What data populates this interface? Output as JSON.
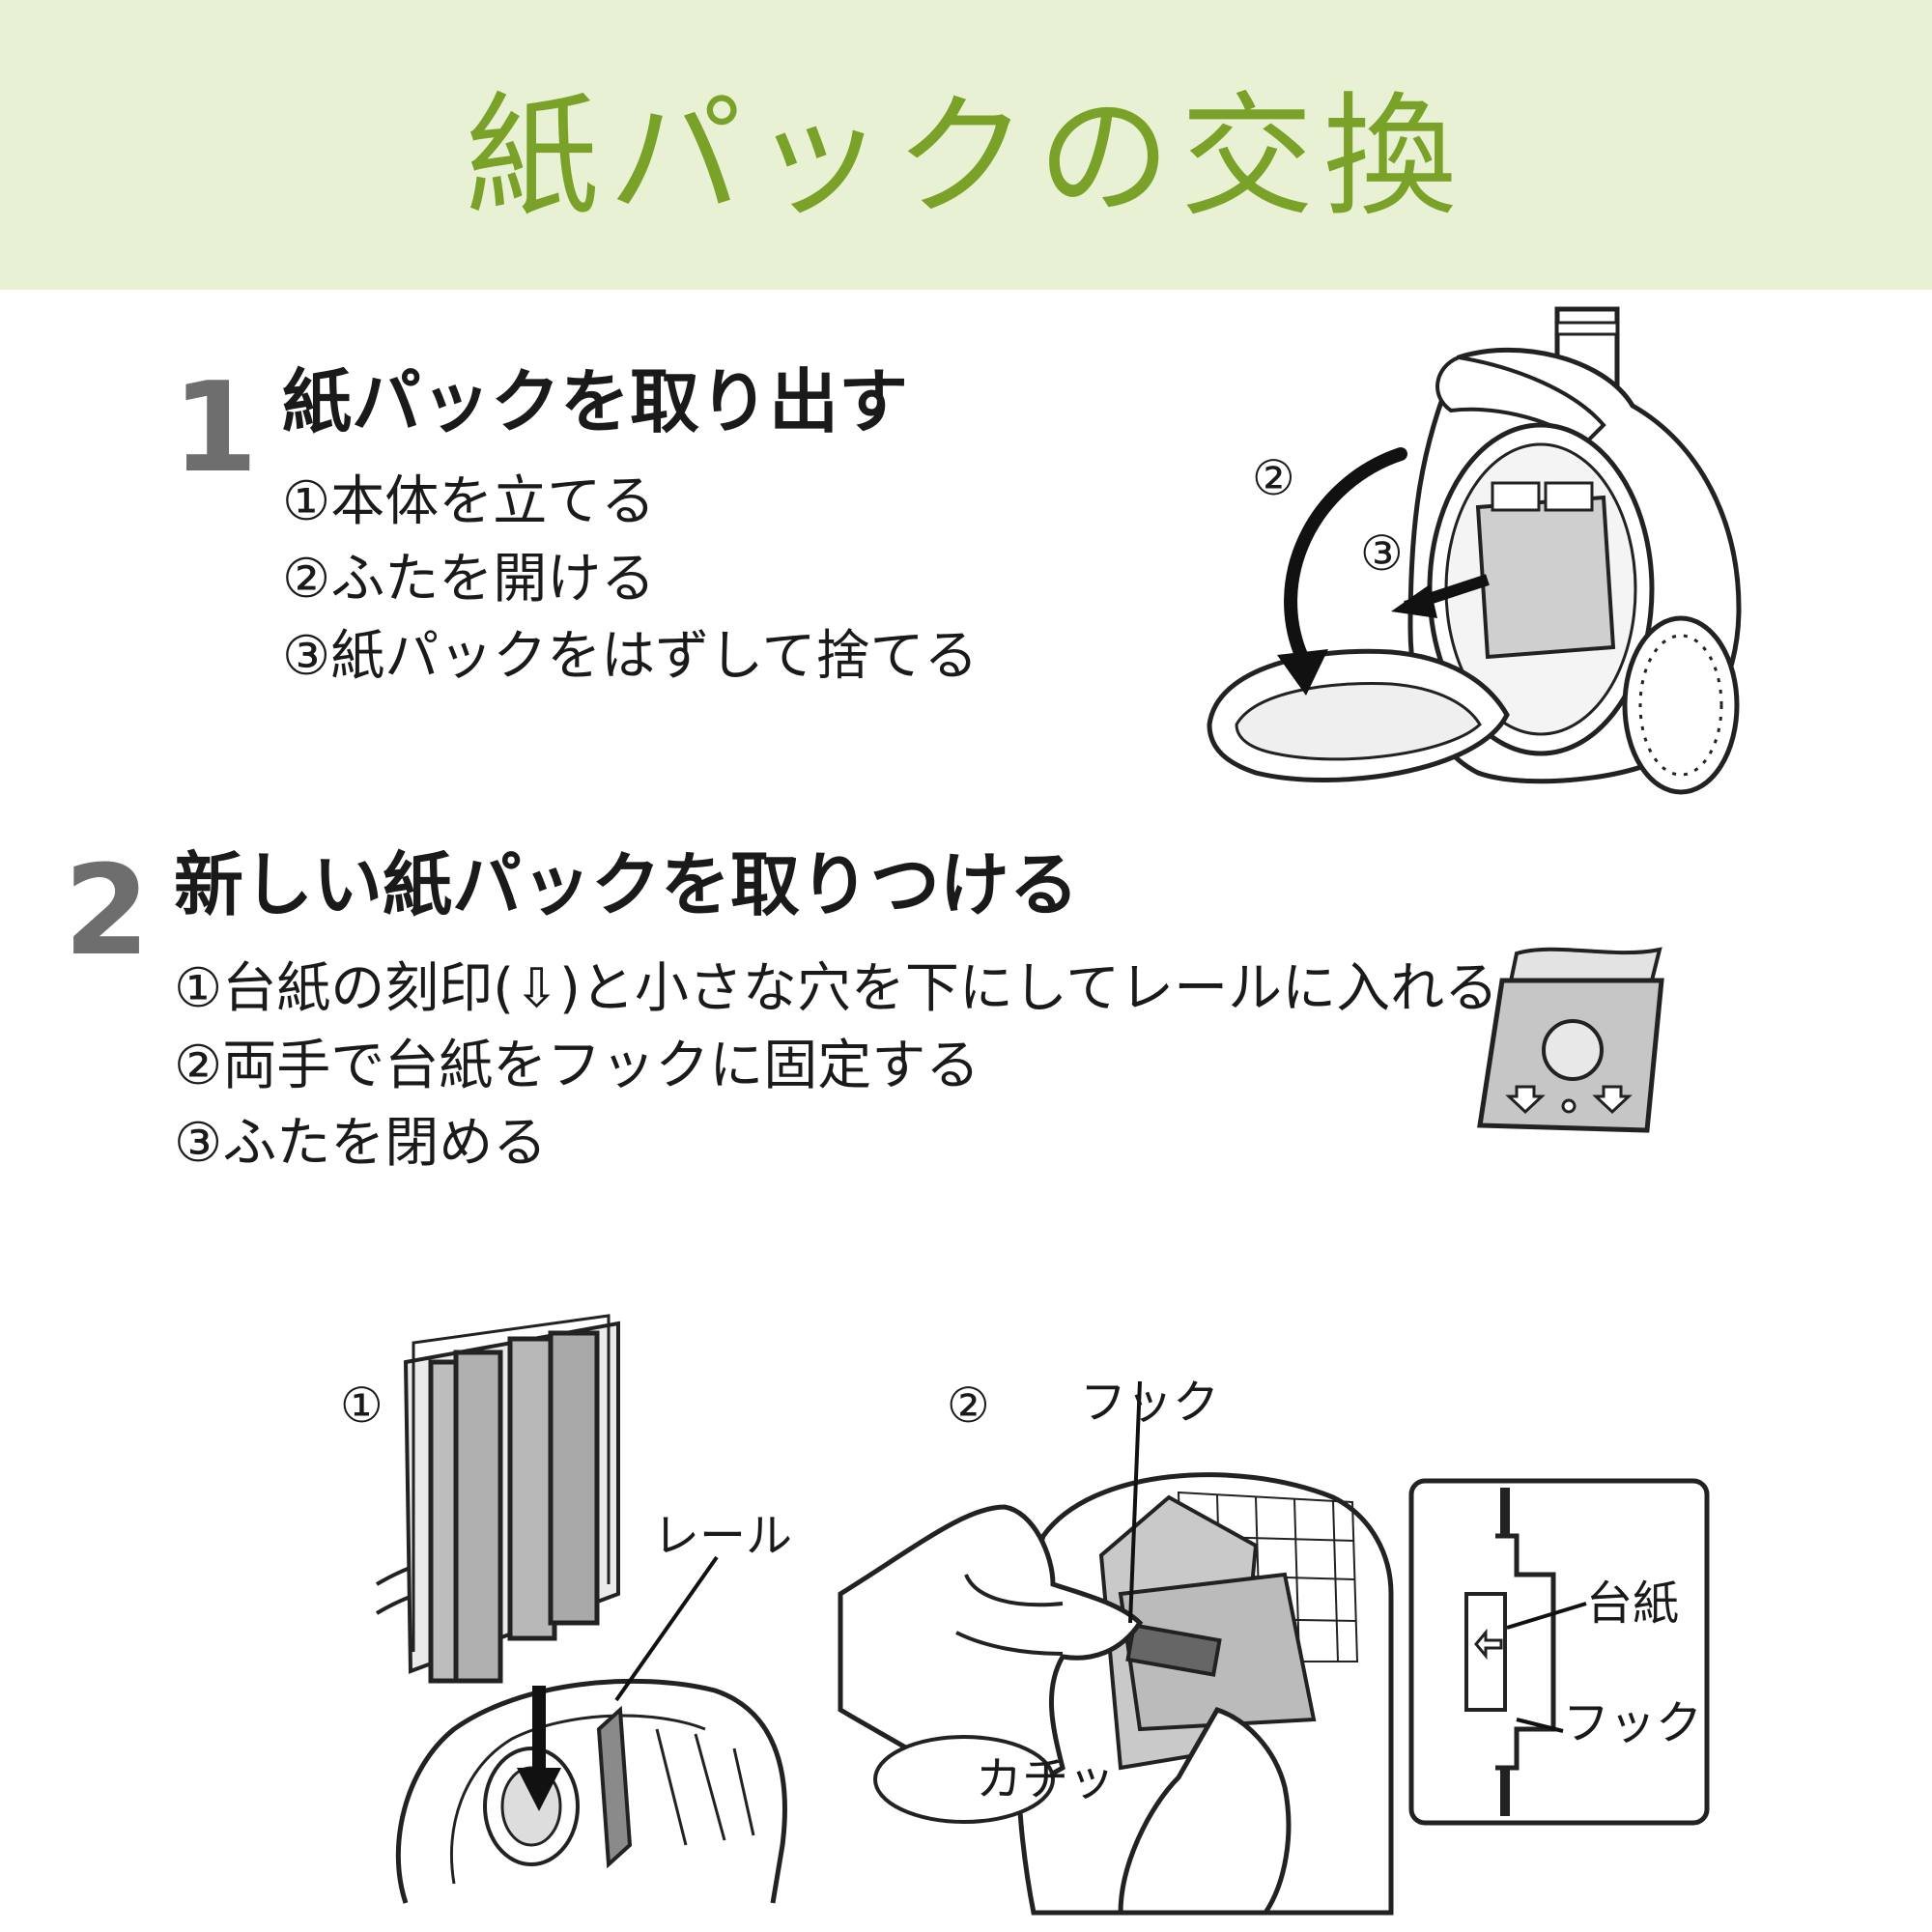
{
  "header": {
    "title": "紙パックの交換"
  },
  "step1": {
    "number": "1",
    "title": "紙パックを取り出す",
    "substeps": [
      "①本体を立てる",
      "②ふたを開ける",
      "③紙パックをはずして捨てる"
    ],
    "figure_marks": [
      "②",
      "③"
    ]
  },
  "step2": {
    "number": "2",
    "title": "新しい紙パックを取りつける",
    "substeps": [
      "①台紙の刻印(⇩)と小さな穴を下にしてレールに入れる",
      "②両手で台紙をフックに固定する",
      "③ふたを閉める"
    ]
  },
  "figures": {
    "fig1": {
      "mark": "①",
      "label_rail": "レール"
    },
    "fig2": {
      "mark": "②",
      "label_hook": "フック",
      "label_click": "カチッ",
      "inset_label_board": "台紙",
      "inset_label_hook": "フック"
    }
  },
  "colors": {
    "header_bg": "#e8f1d4",
    "title_green": "#7aa228",
    "number_gray": "#6e6e6e"
  }
}
